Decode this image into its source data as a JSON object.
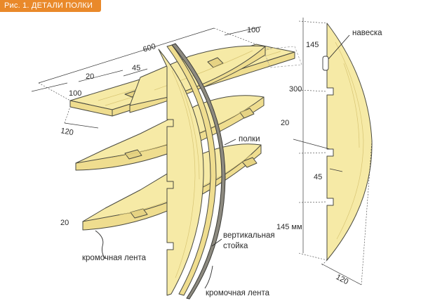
{
  "caption": "Рис. 1. ДЕТАЛИ ПОЛКИ",
  "labels": {
    "hanger": "навеска",
    "shelves": "полки",
    "upright_line1": "вертикальная",
    "upright_line2": "стойка",
    "edge_tape_left": "кромочная лента",
    "edge_tape_bottom": "кромочная лента"
  },
  "dimensions": {
    "length_600": "600",
    "top_100": "100",
    "notch_20": "20",
    "notch_45": "45",
    "end_100": "100",
    "width_120": "120",
    "thick_20": "20",
    "side_145_top": "145",
    "side_300": "300",
    "side_20": "20",
    "side_45": "45",
    "side_145_bottom": "145 мм",
    "side_120": "120"
  },
  "colors": {
    "caption_bg": "#e9892a",
    "wood": "#f6eaa6",
    "edge_tape": "#8d8a80"
  }
}
